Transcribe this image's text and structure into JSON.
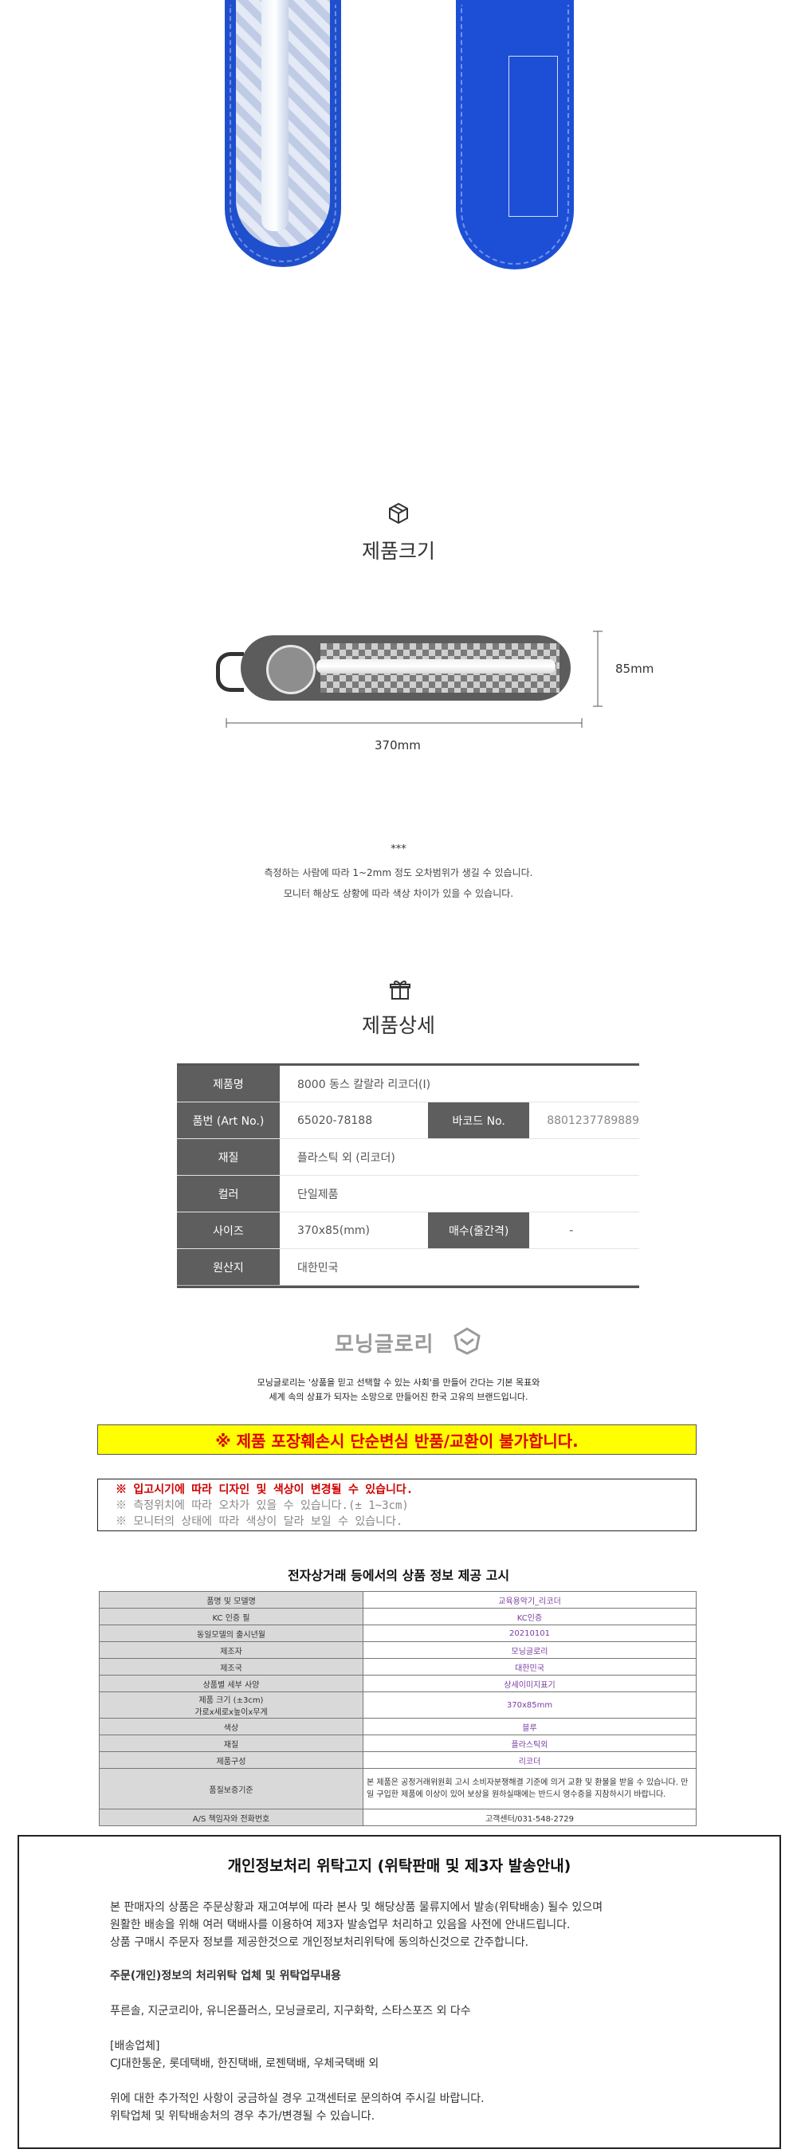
{
  "size_section": {
    "title": "제품크기",
    "height_label": "85mm",
    "width_label": "370mm"
  },
  "measure_note": {
    "stars": "***",
    "line1": "측정하는 사람에 따라 1~2mm 정도 오차범위가 생길 수 있습니다.",
    "line2": "모니터 해상도 상황에 따라 색상 차이가 있을 수 있습니다."
  },
  "detail_section": {
    "title": "제품상세",
    "product_name_label": "제품명",
    "product_name": "8000 동스 칼랄라 리코더(I)",
    "art_label": "품번 (Art No.)",
    "art_no": "65020-78188",
    "barcode_label": "바코드 No.",
    "barcode": "8801237789889",
    "material_label": "재질",
    "material": "플라스틱 외 (리코더)",
    "color_label": "컬러",
    "color": "단일제품",
    "size_label": "사이즈",
    "size": "370x85(mm)",
    "qty_label": "매수(줄간격)",
    "qty": "-",
    "origin_label": "원산지",
    "origin": "대한민국"
  },
  "brand": {
    "logo_text": "모닝글로리",
    "desc1": "모닝글로리는 '상품을 믿고 선택할 수 있는 사회'를 만들어 간다는 기본 목표와",
    "desc2": "세계 속의 상표가 되자는 소망으로 만들어진 한국 고유의 브랜드입니다."
  },
  "warning_yellow": "※ 제품 포장훼손시 단순변심 반품/교환이 불가합니다.",
  "notice": {
    "line1": "※ 입고시기에 따라 디자인 및 색상이 변경될 수 있습니다.",
    "line2": "※ 측정위치에 따라 오차가 있을 수 있습니다.(± 1~3cm)",
    "line3": "※ 모니터의 상태에 따라 색상이 달라 보일 수 있습니다."
  },
  "gosi": {
    "title": "전자상거래 등에서의 상품 정보 제공 고시",
    "rows": [
      {
        "k": "품명 및 모델명",
        "v": "교육용악기_리코더"
      },
      {
        "k": "KC 인증 필",
        "v": "KC인증"
      },
      {
        "k": "동일모델의 출시년월",
        "v": "20210101"
      },
      {
        "k": "제조자",
        "v": "모닝글로리"
      },
      {
        "k": "제조국",
        "v": "대한민국"
      },
      {
        "k": "상품별 세부 사양",
        "v": "상세이미지표기"
      },
      {
        "k": "제품 크기 (±3cm)",
        "k2": "가로x세로x높이x무게",
        "v": "370x85mm"
      },
      {
        "k": "색상",
        "v": "블루"
      },
      {
        "k": "재질",
        "v": "플라스틱외"
      },
      {
        "k": "제품구성",
        "v": "리코더"
      },
      {
        "k": "품질보증기준",
        "v": "본 제품은 공정거래위원회 고시 소비자분쟁해결 기준에 의거 교환 및 환불을 받을 수 있습니다. 만일 구입한 제품에 이상이 있어 보상을 원하실때에는 반드시 영수증을 지참하시기 바랍니다."
      },
      {
        "k": "A/S 책임자와 전화번호",
        "v": "고객센터/031-548-2729"
      }
    ]
  },
  "privacy": {
    "title": "개인정보처리 위탁고지 (위탁판매 및 제3자 발송안내)",
    "p1": "본 판매자의 상품은 주문상황과 재고여부에 따라 본사 및 해당상품 물류지에서 발송(위탁배송) 될수 있으며",
    "p2": "원활한 배송을 위해 여러 택배사를 이용하여 제3자 발송업무 처리하고 있음을 사전에 안내드립니다.",
    "p3": "상품 구매시 주문자 정보를 제공한것으로 개인정보처리위탁에 동의하신것으로 간주합니다.",
    "sub_title": "주문(개인)정보의 처리위탁 업체 및 위탁업무내용",
    "companies": "푸른솔, 지군코리아, 유니온플러스, 모닝글로리, 지구화학, 스타스포즈 외 다수",
    "delivery_title": "[배송업체]",
    "delivery": "CJ대한통운, 롯데택배, 한진택배, 로젠택배, 우체국택배 외",
    "q1": "위에 대한 추가적인 사항이 궁금하실 경우 고객센터로 문의하여 주시길 바랍니다.",
    "q2": "위탁업체 및 위탁배송처의 경우 추가/변경될 수 있습니다."
  }
}
